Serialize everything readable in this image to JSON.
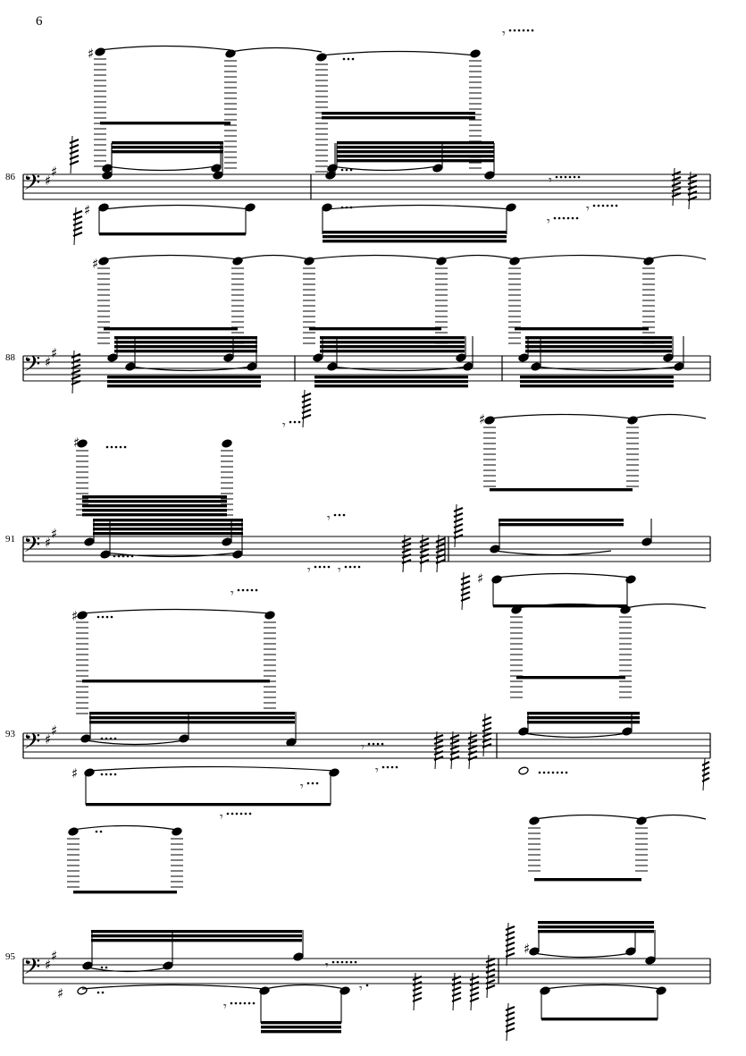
{
  "page": {
    "number": "6"
  },
  "systems": [
    {
      "measure_number": "86"
    },
    {
      "measure_number": "88"
    },
    {
      "measure_number": "91"
    },
    {
      "measure_number": "93"
    },
    {
      "measure_number": "95"
    }
  ],
  "notation": {
    "clef": "bass",
    "key_signature": "2 sharps",
    "instrument_label": ""
  }
}
